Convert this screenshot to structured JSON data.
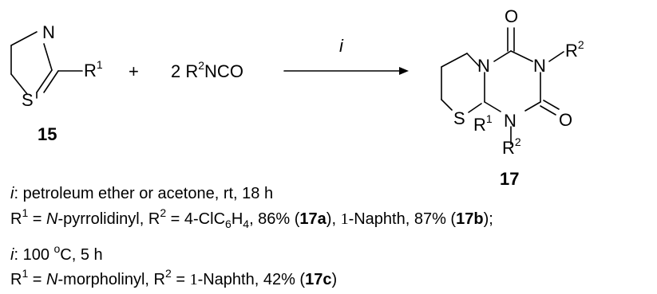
{
  "reactant": {
    "ring_n": "N",
    "ring_s": "S",
    "substituent": "R",
    "substituent_sup": "1",
    "label": "15"
  },
  "plus": "+",
  "reagent": {
    "coef": "2 R",
    "sup": "2",
    "suffix": "NCO"
  },
  "arrow_label": "i",
  "product": {
    "o_top": "O",
    "n_center": "N",
    "n_right": "N",
    "r2_top": "R",
    "r2_top_sup": "2",
    "o_right": "O",
    "n_bottom": "N",
    "s": "S",
    "r1": "R",
    "r1_sup": "1",
    "r2_bottom": "R",
    "r2_bottom_sup": "2",
    "label": "17"
  },
  "conditions": {
    "c1_i": "i",
    "c1_text": ": petroleum ether or acetone, rt, 18 h",
    "c2": {
      "r1": "R",
      "r1_sup": "1",
      "eq1": " = ",
      "n_italic": "N",
      "t1": "-pyrrolidinyl, R",
      "r2_sup": "2",
      "t2": " = 4-ClC",
      "sub6": "6",
      "t3": "H",
      "sub4": "4",
      "t4": ", 86% (",
      "b17a": "17a",
      "t5": "), ",
      "one": "1",
      "t6": "-Naphth, 87% (",
      "b17b": "17b",
      "t7": ");"
    },
    "c3_i": "i",
    "c3_text": ": 100 ",
    "c3_sup": "o",
    "c3_tail": "C, 5 h",
    "c4": {
      "r1": "R",
      "r1_sup": "1",
      "eq1": " = ",
      "n_italic": "N",
      "t1": "-morpholinyl, R",
      "r2_sup": "2",
      "t2": " = ",
      "one": "1",
      "t3": "-Naphth, 42% (",
      "b17c": "17c",
      "t4": ")"
    }
  }
}
